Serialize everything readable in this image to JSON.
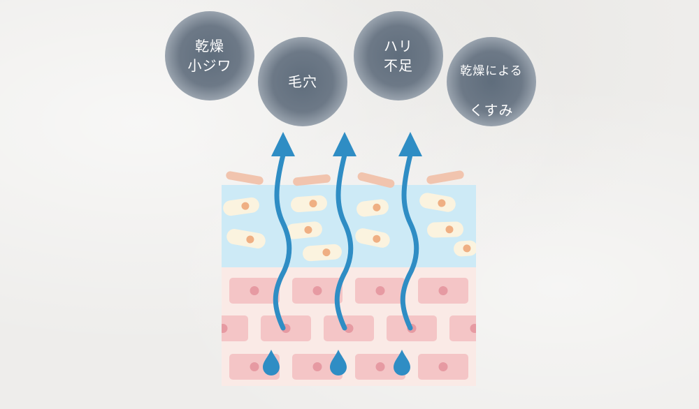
{
  "concerns": [
    {
      "id": "dry-wrinkles",
      "label": "乾燥\n小ジワ"
    },
    {
      "id": "pores",
      "label": "毛穴"
    },
    {
      "id": "firmness",
      "label": "ハリ\n不足"
    },
    {
      "id": "dullness",
      "line1": "乾燥による",
      "line2": "くすみ"
    }
  ],
  "colors": {
    "arrow": "#2f8dc4",
    "drop": "#2f8dc4",
    "epidermis_bg": "#cdeaf6",
    "dermis_bg": "#faeae6",
    "cell": "#f4c5c6",
    "cell_nucleus": "#e69aa2",
    "flake": "#f1c4ae",
    "corneocyte": "#fbf3df",
    "corneocyte_nucleus": "#efaf83",
    "bubble": "#6d7987"
  }
}
